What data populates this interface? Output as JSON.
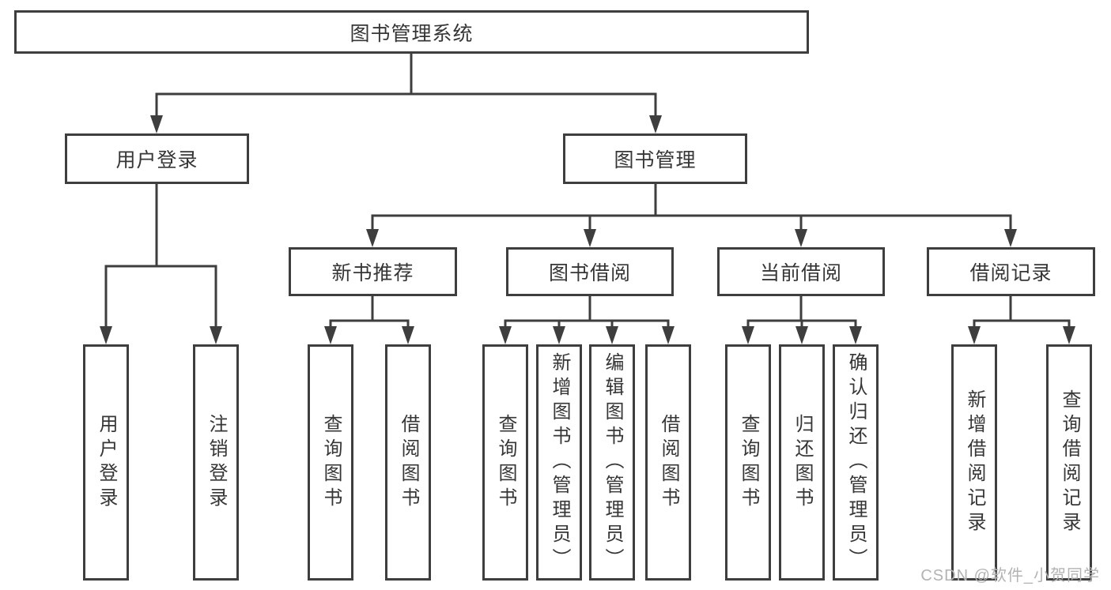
{
  "tree": {
    "root": {
      "label": "图书管理系统"
    },
    "level2": [
      {
        "label": "用户登录",
        "children": [
          {
            "label": "用户登录"
          },
          {
            "label": "注销登录"
          }
        ]
      },
      {
        "label": "图书管理",
        "children": [
          {
            "label": "新书推荐",
            "children": [
              {
                "label": "查询图书"
              },
              {
                "label": "借阅图书"
              }
            ]
          },
          {
            "label": "图书借阅",
            "children": [
              {
                "label": "查询图书"
              },
              {
                "label": "新增图书（管理员）"
              },
              {
                "label": "编辑图书（管理员）"
              },
              {
                "label": "借阅图书"
              }
            ]
          },
          {
            "label": "当前借阅",
            "children": [
              {
                "label": "查询图书"
              },
              {
                "label": "归还图书"
              },
              {
                "label": "确认归还（管理员）"
              }
            ]
          },
          {
            "label": "借阅记录",
            "children": [
              {
                "label": "新增借阅记录"
              },
              {
                "label": "查询借阅记录"
              }
            ]
          }
        ]
      }
    ]
  },
  "watermark": {
    "text": "CSDN @软件_小贺同学"
  },
  "colors": {
    "line": "#3e3e3e",
    "text": "#363636",
    "watermark": "#b3b3b3",
    "background": "#ffffff"
  }
}
